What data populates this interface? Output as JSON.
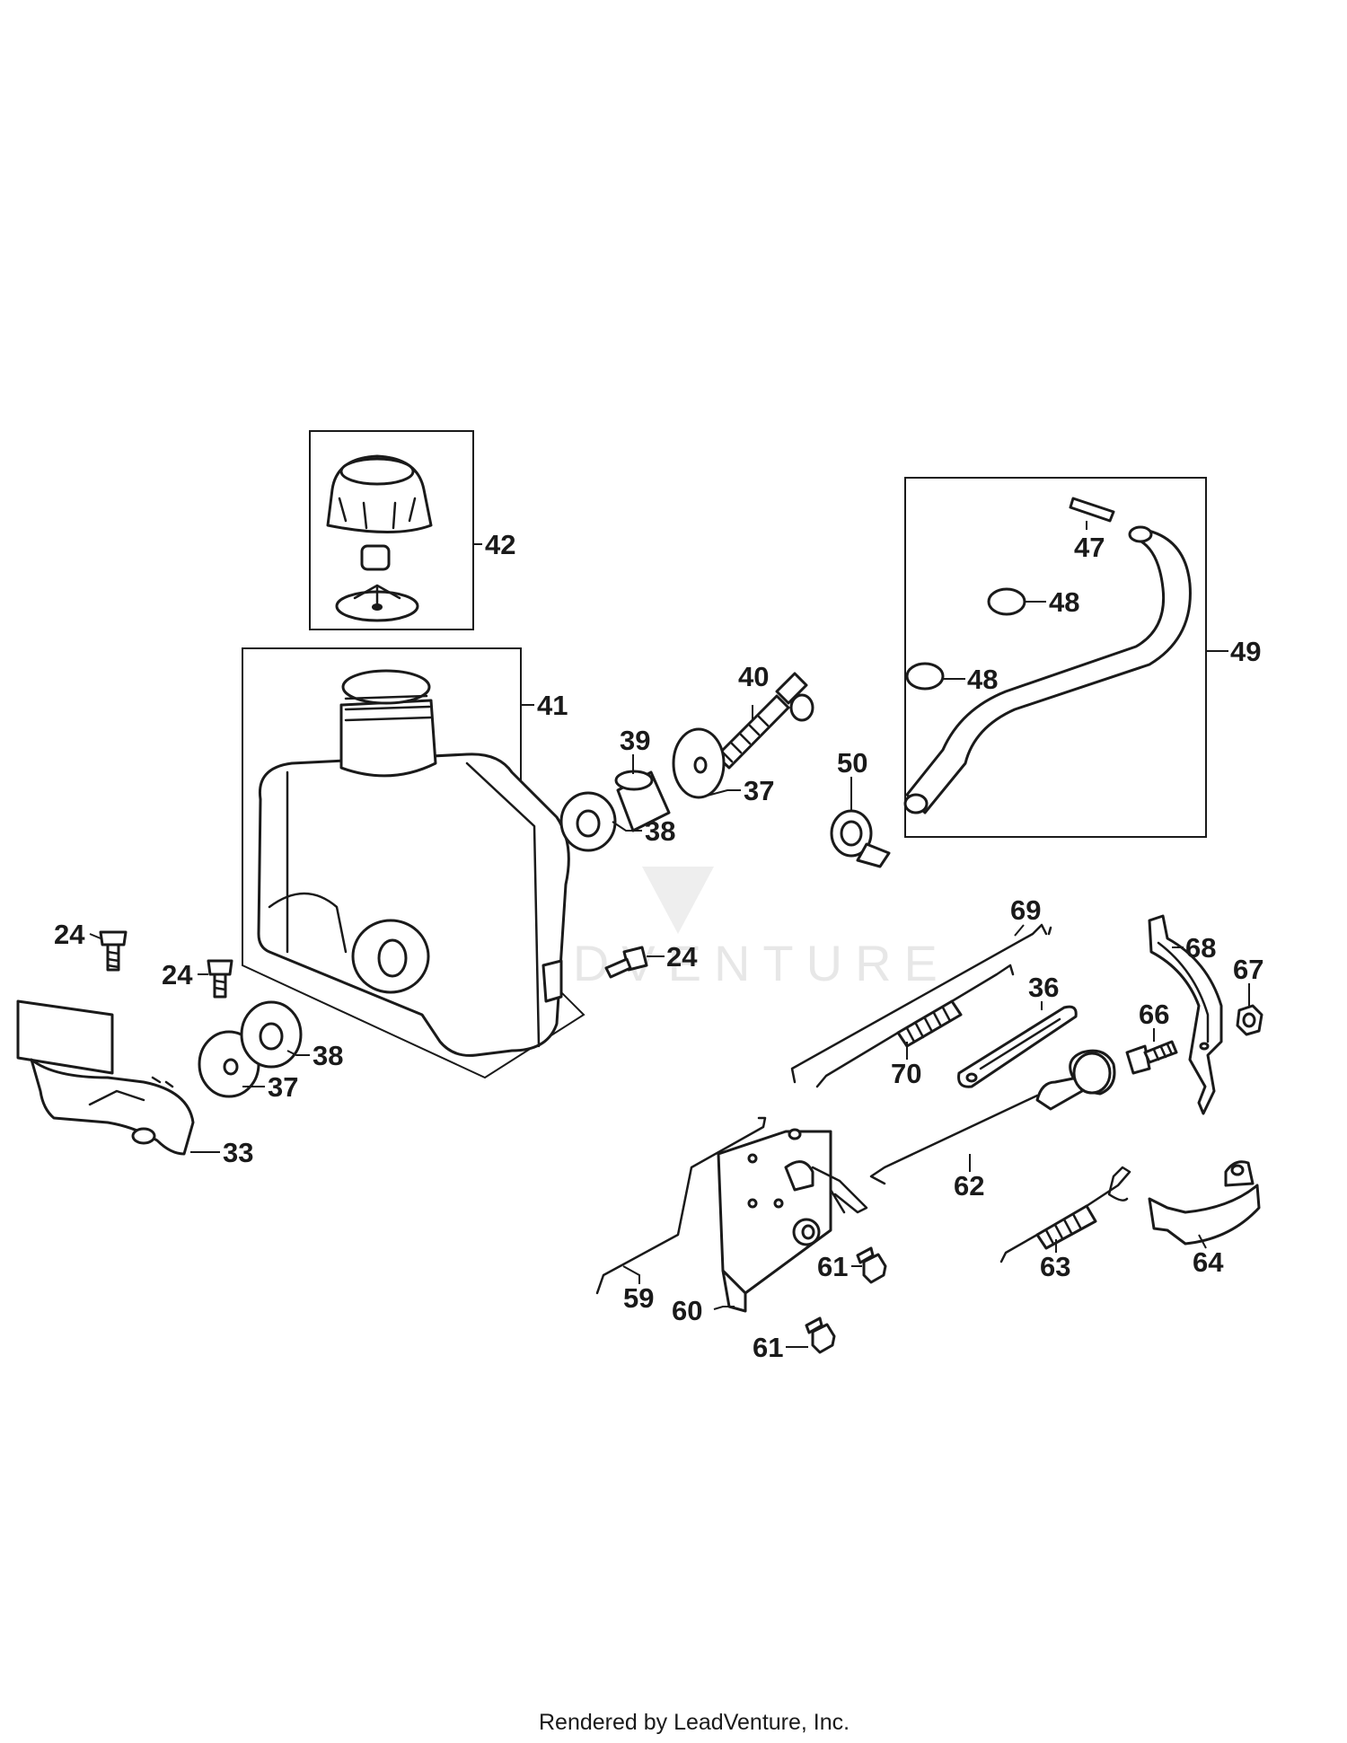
{
  "callouts": [
    {
      "id": "c42",
      "label": "42"
    },
    {
      "id": "c41",
      "label": "41"
    },
    {
      "id": "c47",
      "label": "47"
    },
    {
      "id": "c48a",
      "label": "48"
    },
    {
      "id": "c48b",
      "label": "48"
    },
    {
      "id": "c49",
      "label": "49"
    },
    {
      "id": "c40",
      "label": "40"
    },
    {
      "id": "c39",
      "label": "39"
    },
    {
      "id": "c37a",
      "label": "37"
    },
    {
      "id": "c38a",
      "label": "38"
    },
    {
      "id": "c50",
      "label": "50"
    },
    {
      "id": "c24a",
      "label": "24"
    },
    {
      "id": "c24b",
      "label": "24"
    },
    {
      "id": "c24c",
      "label": "24"
    },
    {
      "id": "c38b",
      "label": "38"
    },
    {
      "id": "c37b",
      "label": "37"
    },
    {
      "id": "c33",
      "label": "33"
    },
    {
      "id": "c69",
      "label": "69"
    },
    {
      "id": "c68",
      "label": "68"
    },
    {
      "id": "c67",
      "label": "67"
    },
    {
      "id": "c36",
      "label": "36"
    },
    {
      "id": "c66",
      "label": "66"
    },
    {
      "id": "c70",
      "label": "70"
    },
    {
      "id": "c62",
      "label": "62"
    },
    {
      "id": "c63",
      "label": "63"
    },
    {
      "id": "c64",
      "label": "64"
    },
    {
      "id": "c59",
      "label": "59"
    },
    {
      "id": "c60",
      "label": "60"
    },
    {
      "id": "c61a",
      "label": "61"
    },
    {
      "id": "c61b",
      "label": "61"
    }
  ],
  "watermark": "LEADVENTURE",
  "footer": "Rendered by LeadVenture, Inc."
}
